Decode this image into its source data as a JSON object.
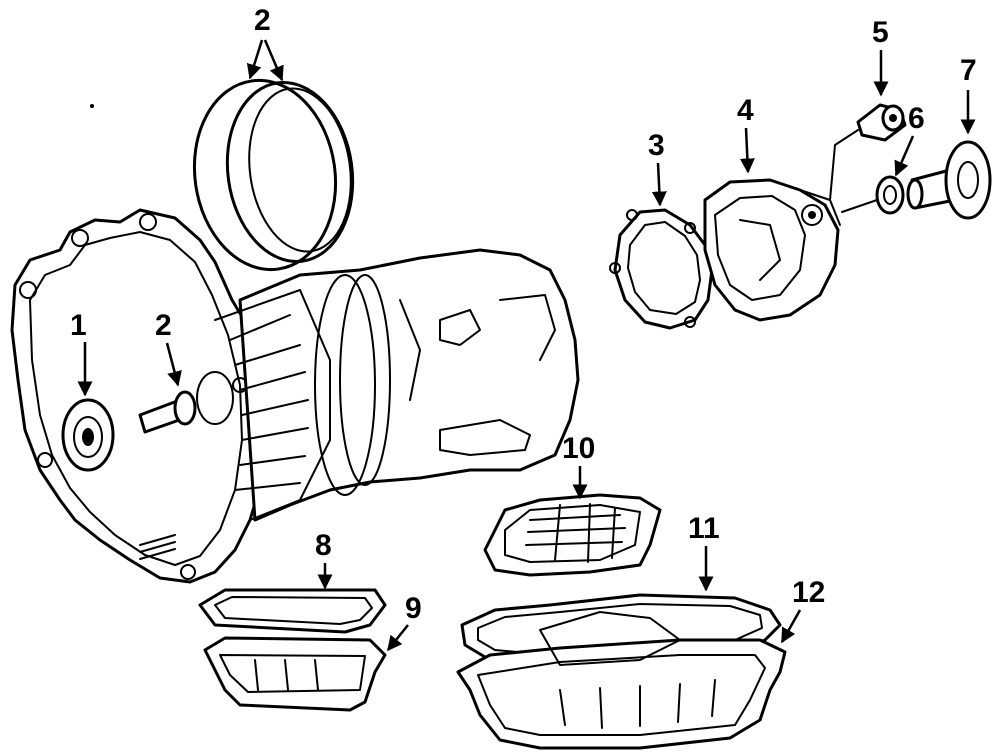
{
  "callouts": [
    {
      "id": "c1",
      "label": "1"
    },
    {
      "id": "c2a",
      "label": "2"
    },
    {
      "id": "c2b",
      "label": "2"
    },
    {
      "id": "c3",
      "label": "3"
    },
    {
      "id": "c4",
      "label": "4"
    },
    {
      "id": "c5",
      "label": "5"
    },
    {
      "id": "c6",
      "label": "6"
    },
    {
      "id": "c7",
      "label": "7"
    },
    {
      "id": "c8",
      "label": "8"
    },
    {
      "id": "c9",
      "label": "9"
    },
    {
      "id": "c10",
      "label": "10"
    },
    {
      "id": "c11",
      "label": "11"
    },
    {
      "id": "c12",
      "label": "12"
    }
  ],
  "colors": {
    "ink": "#000000",
    "paper": "#ffffff"
  }
}
